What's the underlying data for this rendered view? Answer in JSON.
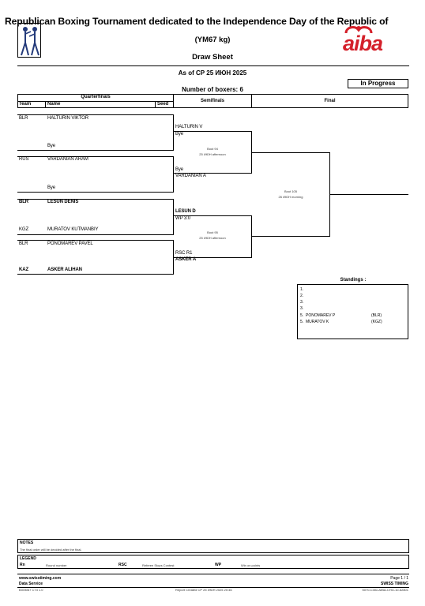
{
  "header": {
    "title": "Republican Boxing Tournament dedicated to the Independence Day of the Republic of",
    "weight": "(YM67 kg)",
    "sheet": "Draw Sheet",
    "as_of": "As of СР 25 ИЮН 2025",
    "boxers": "Number of boxers: 6",
    "status": "In Progress",
    "logo_text": "aiba"
  },
  "columns": {
    "qf": "Quarterfinals",
    "team": "Team",
    "name": "Name",
    "seed": "Seed",
    "sf": "Semifinals",
    "final": "Final"
  },
  "qf": [
    {
      "team": "BLR",
      "name": "HALTURIN VIKTOR",
      "bold": false
    },
    {
      "team": "",
      "name": "Bye",
      "bold": false
    },
    {
      "team": "RUS",
      "name": "VARDANIAN ARAM",
      "bold": false
    },
    {
      "team": "",
      "name": "Bye",
      "bold": false
    },
    {
      "team": "BLR",
      "name": "LESUN DENIS",
      "bold": true
    },
    {
      "team": "KGZ",
      "name": "MURATOV KUTMANBIY",
      "bold": false
    },
    {
      "team": "BLR",
      "name": "PONOMAREV PAVEL",
      "bold": false
    },
    {
      "team": "KAZ",
      "name": "ASKER ALIHAN",
      "bold": true
    }
  ],
  "qf_results": [
    {
      "winner": "HALTURIN V",
      "result": "Bye",
      "bout": "",
      "time": ""
    },
    {
      "winner": "VARDANIAN A",
      "result": "Bye",
      "bout": "",
      "time": ""
    },
    {
      "winner": "LESUN D",
      "result": "WP 3:0",
      "bout": "",
      "time": ""
    },
    {
      "winner": "ASKER A",
      "result": "RSC R1",
      "bout": "",
      "time": ""
    }
  ],
  "sf_bouts": [
    {
      "bout": "Bout 94",
      "time": "25 ИЮН afternoon"
    },
    {
      "bout": "Bout 95",
      "time": "25 ИЮН afternoon"
    }
  ],
  "final_bout": {
    "bout": "Bout 105",
    "time": "26 ИЮН morning"
  },
  "standings": {
    "title": "Standings :",
    "rows": [
      {
        "place": "1.",
        "name": "",
        "team": ""
      },
      {
        "place": "2.",
        "name": "",
        "team": ""
      },
      {
        "place": "3.",
        "name": "",
        "team": ""
      },
      {
        "place": "3.",
        "name": "",
        "team": ""
      },
      {
        "place": "5.",
        "name": "PONOMAREV P",
        "team": "(BLR)"
      },
      {
        "place": "5.",
        "name": "MURATOV K",
        "team": "(KGZ)"
      }
    ]
  },
  "notes": {
    "title": "NOTES",
    "text": "The final order will be decided after the final."
  },
  "legend": {
    "title": "LEGEND",
    "items": [
      {
        "key": "Rn",
        "desc": "Round number"
      },
      {
        "key": "RSC",
        "desc": "Referee Stops Contest"
      },
      {
        "key": "WP",
        "desc": "Win on points"
      }
    ]
  },
  "footer": {
    "url": "www.swisstiming.com",
    "service": "Data Service",
    "code": "BXM067 C73 1.0",
    "report": "Report Created СР 25 ИЮН 2025 20:46",
    "page": "Page 1 / 1",
    "brand": "SWISS TIMING",
    "ref": "5070-C30c-AIBA-CHG-10-62801"
  }
}
